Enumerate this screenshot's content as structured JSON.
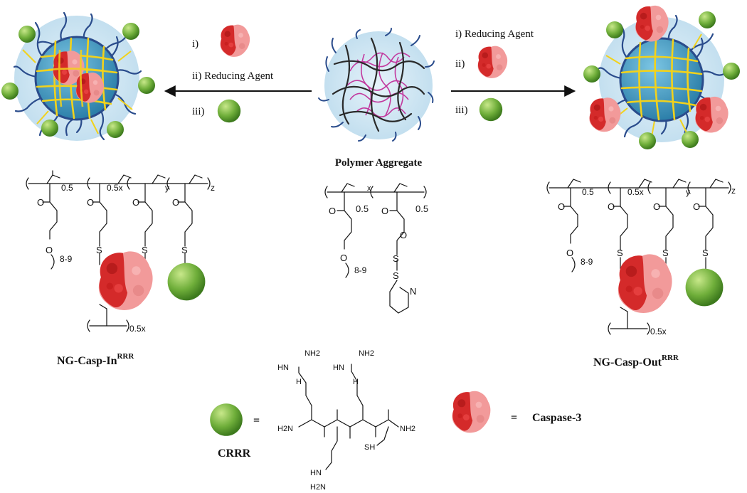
{
  "reaction_left": {
    "step1": "i)",
    "step2": "ii) Reducing Agent",
    "step3": "iii)"
  },
  "reaction_right": {
    "step1": "i) Reducing Agent",
    "step2": "ii)",
    "step3": "iii)"
  },
  "center": {
    "label": "Polymer Aggregate"
  },
  "polymer_center": {
    "x": "x",
    "s1": "0.5",
    "s2": "0.5",
    "s3": "8-9",
    "o1": "O",
    "o2": "O",
    "o3": "O",
    "o4": "O",
    "s_a": "S",
    "s_b": "S",
    "n": "N"
  },
  "polymer_left": {
    "sub1": "0.5",
    "sub2": "0.5x",
    "sub3": "y",
    "sub4": "z",
    "sub5": "8-9",
    "sub6": "0.5x"
  },
  "polymer_right": {
    "sub1": "0.5",
    "sub2": "0.5x",
    "sub3": "y",
    "sub4": "z",
    "sub5": "8-9",
    "sub6": "0.5x"
  },
  "products": {
    "left_name": "NG-Casp-In",
    "left_sup": "RRR",
    "right_name": "NG-Casp-Out",
    "right_sup": "RRR"
  },
  "legend": {
    "equals1": "=",
    "crrr": "CRRR",
    "equals2": "=",
    "caspase": "Caspase-3"
  },
  "peptide": {
    "hn1": "HN",
    "nh2a": "NH2",
    "h1": "H",
    "hn2": "HN",
    "nh2b": "NH2",
    "h2": "H",
    "h2n": "H2N",
    "nh2c": "NH2",
    "sh": "SH",
    "hn3": "HN",
    "h2n2": "H2N"
  },
  "colors": {
    "caspase_red": "#d42a2a",
    "caspase_pink": "#f29a9a",
    "crrr_green": "#6fae3a",
    "shell_blue": "#cfe6f3",
    "core_blue": "#3d94bf",
    "crosslink_yellow": "#f2d21b",
    "chain_blue": "#2a4c8c",
    "chain_magenta": "#c2399e"
  }
}
